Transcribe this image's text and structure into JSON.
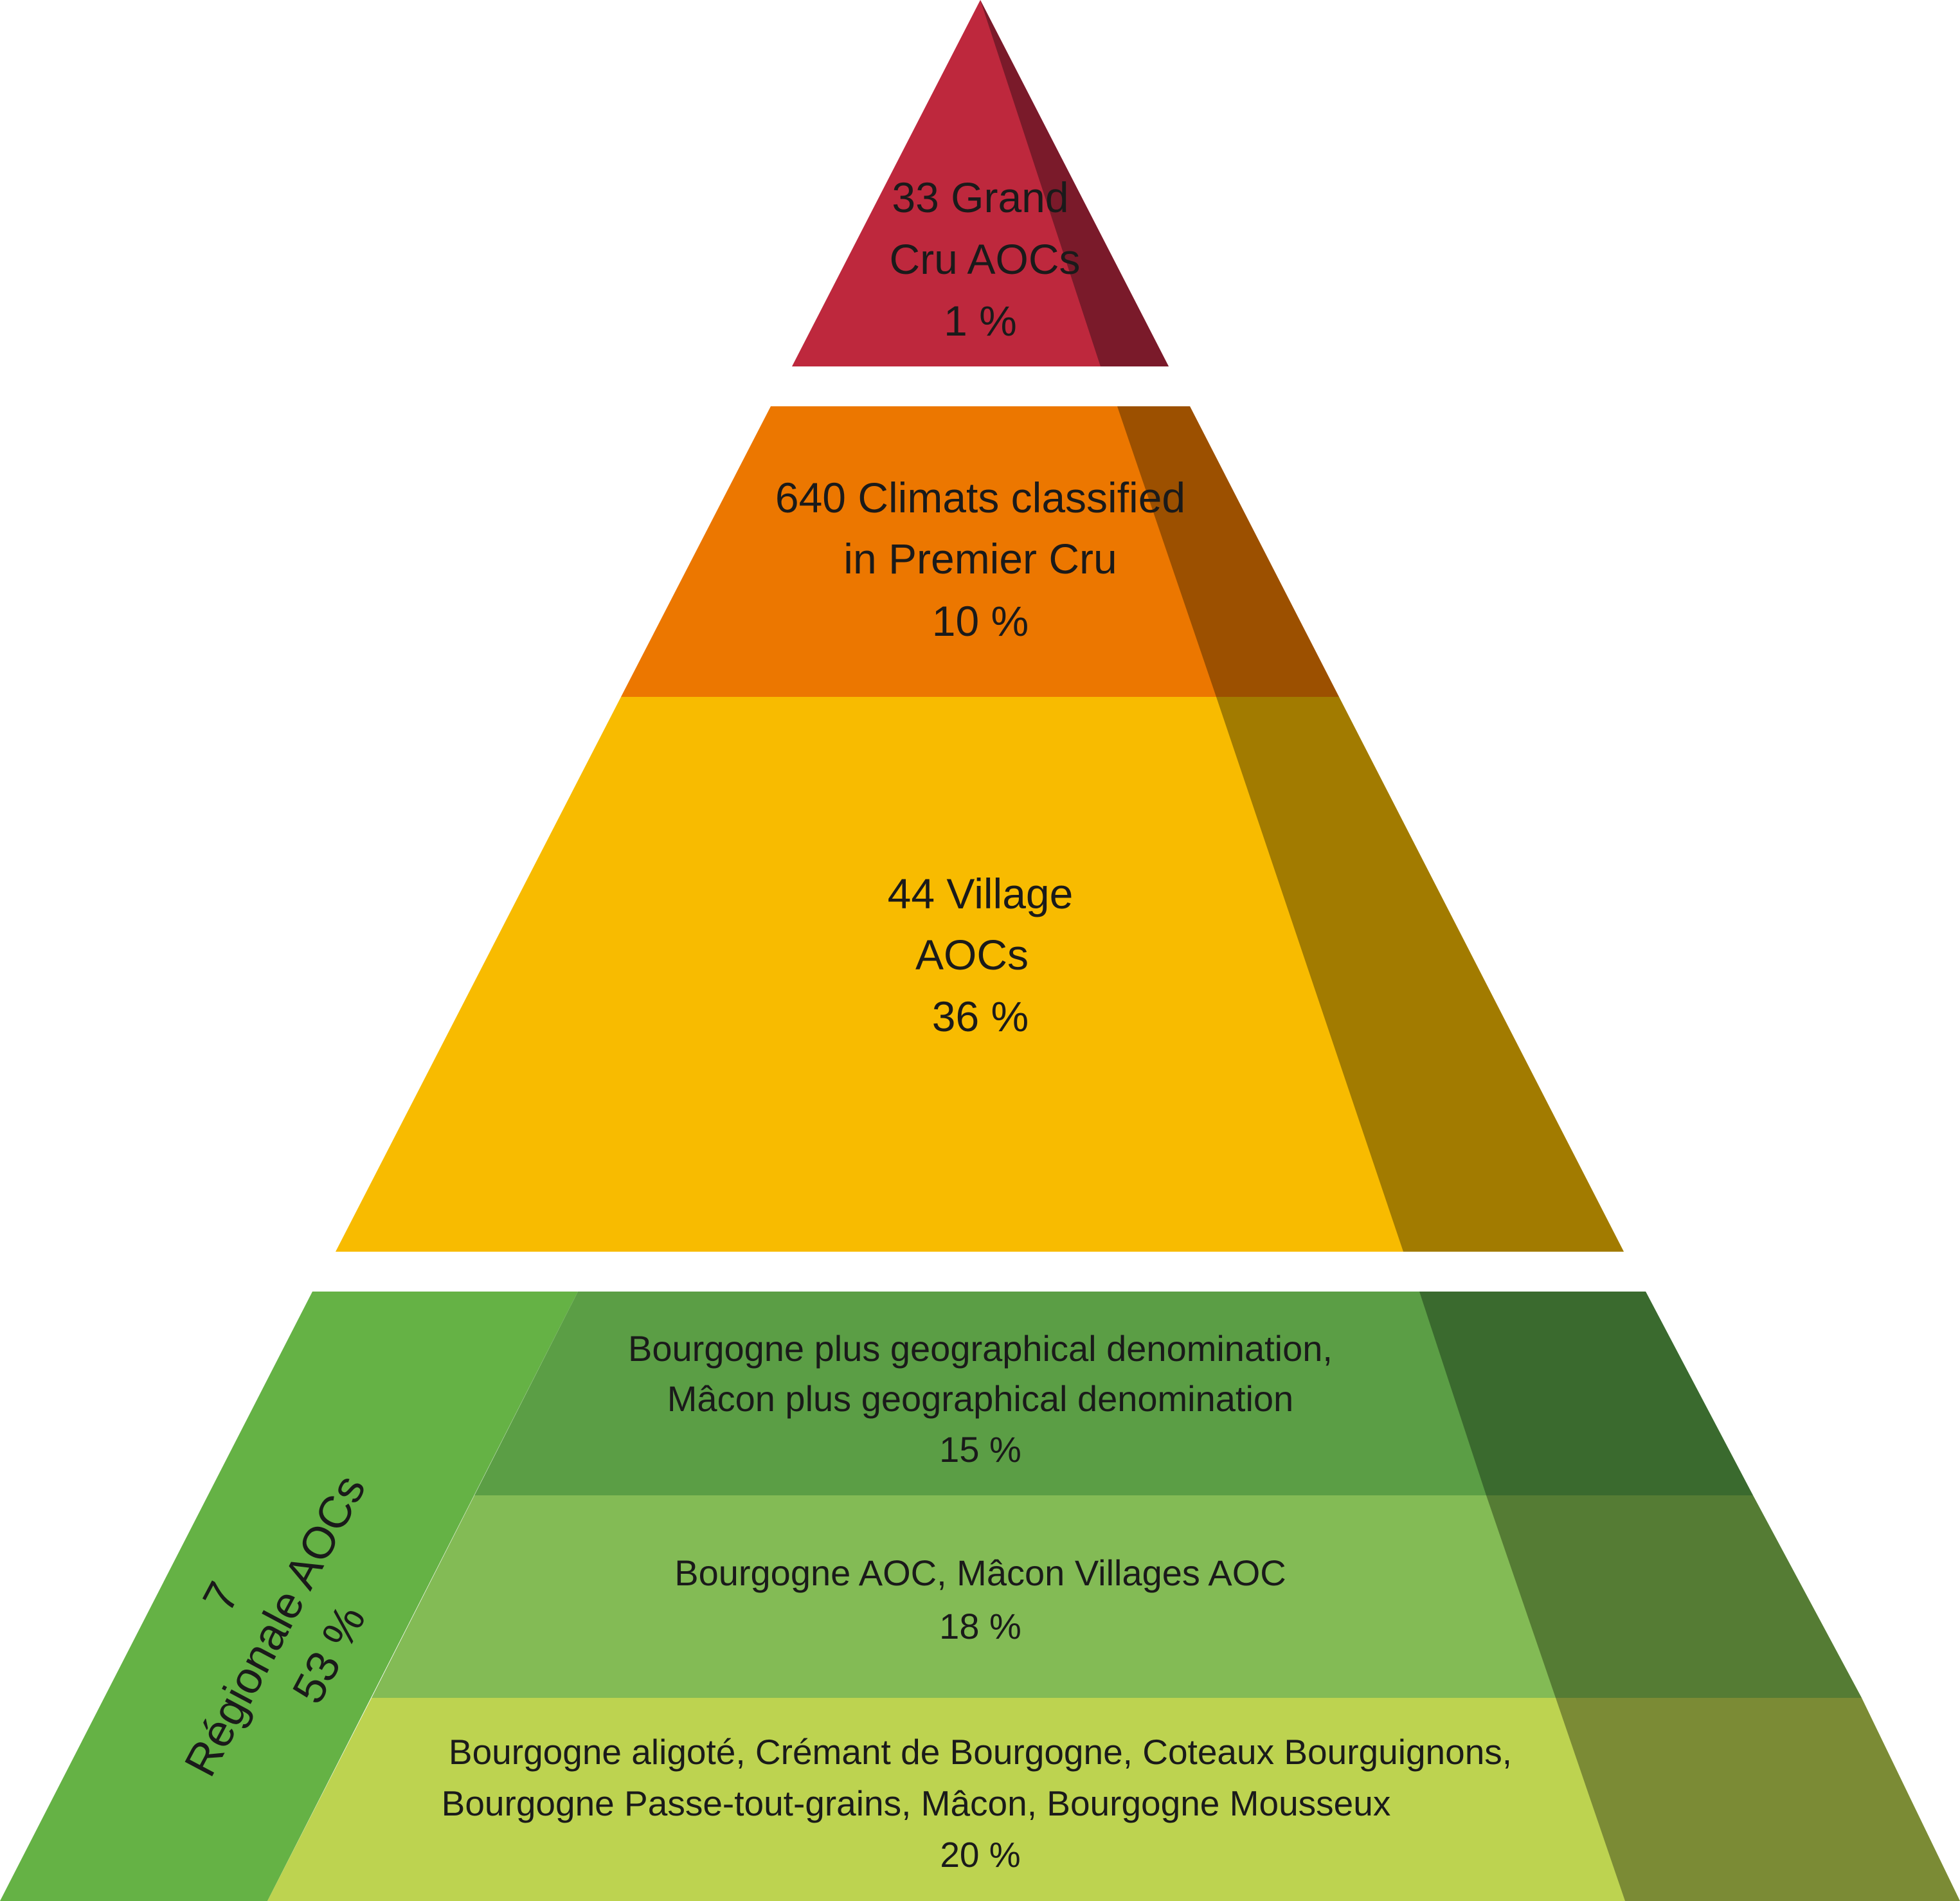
{
  "pyramid": {
    "grand_cru": {
      "line1": "33 Grand",
      "line2": "Cru AOCs",
      "percent": "1 %",
      "color": "#be283d",
      "shade": "#7a1a2a"
    },
    "premier_cru": {
      "line1": "640 Climats classified",
      "line2": "in Premier Cru",
      "percent": "10 %",
      "color": "#ec7700",
      "shade": "#9c5000"
    },
    "village": {
      "line1": "44 Village",
      "line2": "AOCs",
      "percent": "36 %",
      "color": "#f8bb00",
      "shade": "#a27b00"
    },
    "regionale": {
      "count": "7",
      "label": "Régionale AOCs",
      "percent": "53 %",
      "color": "#65b245",
      "tiers": [
        {
          "line1": "Bourgogne plus geographical denomination,",
          "line2": "Mâcon plus geographical denomination",
          "percent": "15 %",
          "color": "#5b9e45",
          "shade": "#3a6a2e"
        },
        {
          "line1": "Bourgogne AOC, Mâcon Villages AOC",
          "percent": "18 %",
          "color": "#83bb55",
          "shade": "#557c34"
        },
        {
          "line1": "Bourgogne aligoté, Crémant de Bourgogne, Coteaux Bourguignons,",
          "line2": "Bourgogne Passe-tout-grains, Mâcon, Bourgogne Mousseux",
          "percent": "20 %",
          "color": "#bdd350",
          "shade": "#7b8b35"
        }
      ]
    }
  }
}
